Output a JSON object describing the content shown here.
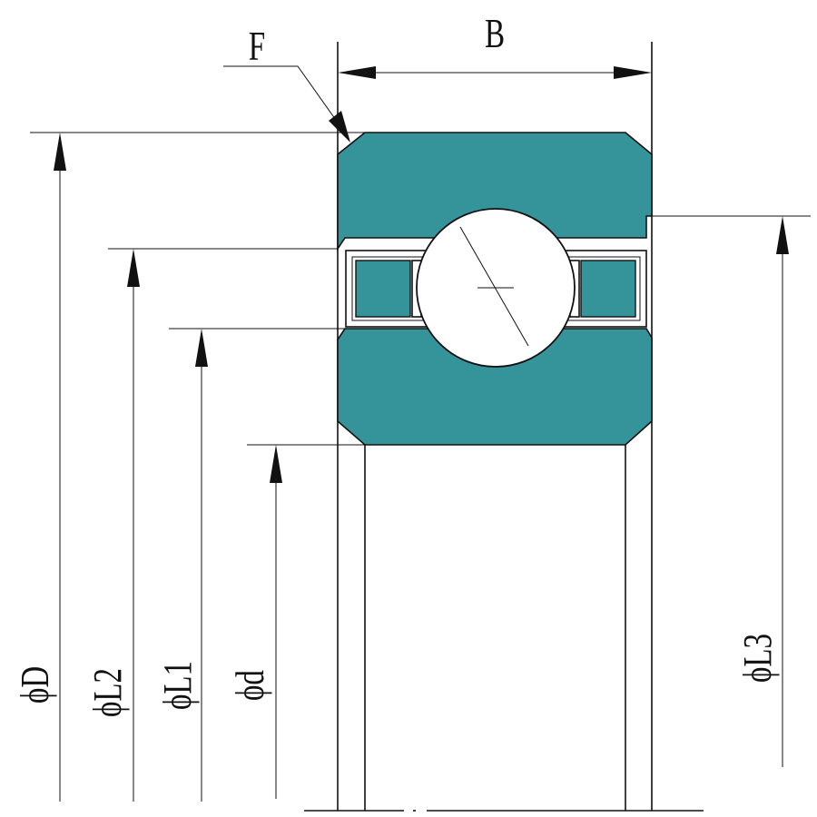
{
  "labels": {
    "F": "F",
    "B": "B",
    "phi_D": "ϕD",
    "phi_L2": "ϕL2",
    "phi_L1": "ϕL1",
    "phi_d": "ϕd",
    "phi_L3": "ϕL3"
  },
  "colors": {
    "ring_fill": "#35949a",
    "line": "#111111",
    "background": "#ffffff"
  }
}
